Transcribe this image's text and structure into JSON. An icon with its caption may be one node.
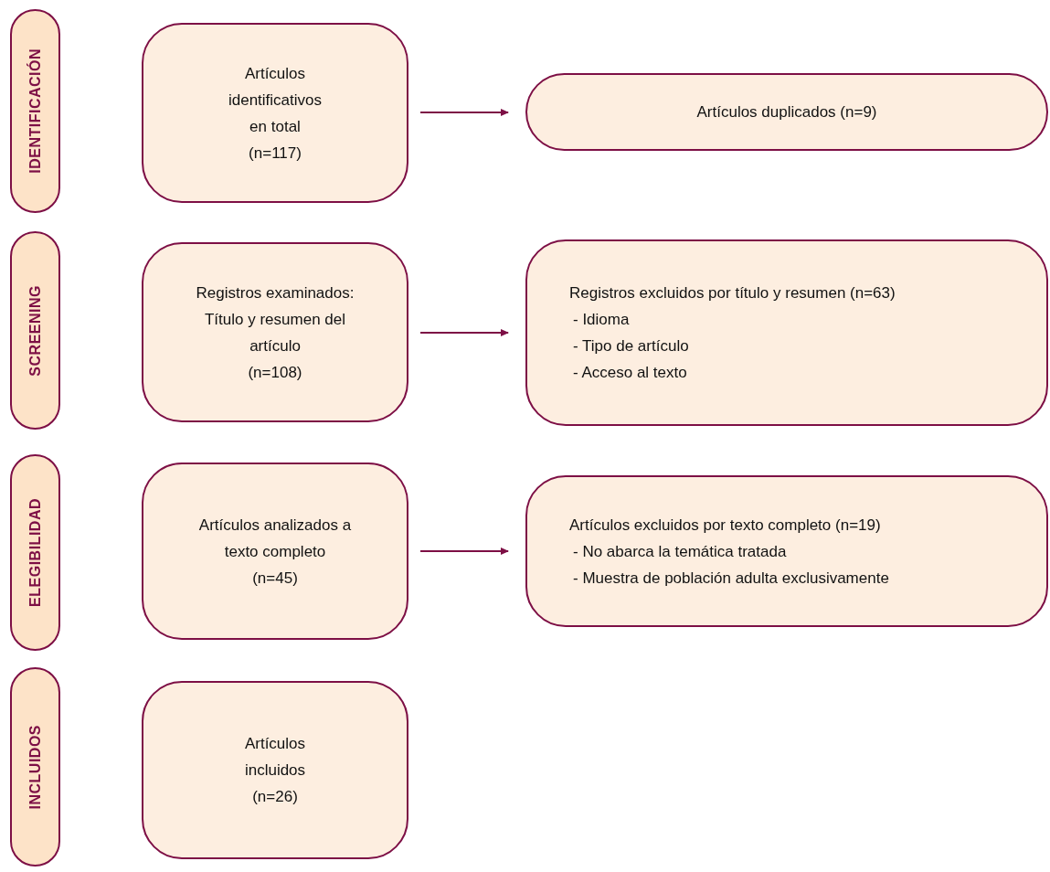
{
  "diagram": {
    "nodes": [
      {
        "text": [
          "IDENTIFICACIÓN"
        ]
      },
      {
        "text": [
          "Artículos identificativos en total",
          "(n=117)"
        ]
      },
      {
        "text": [
          "Artículos duplicados (n=9)"
        ]
      },
      {
        "text": [
          "SCREENING"
        ]
      },
      {
        "text": [
          "Registros examinados: Título y resumen del artículo",
          "(n=108)"
        ]
      },
      {
        "text": [
          "Registros excluidos por título y resumen (n=63)",
          "- Idioma",
          "- Tipo de artículo",
          "- Acceso al texto"
        ]
      },
      {
        "text": [
          "ELEGIBILIDAD"
        ]
      },
      {
        "text": [
          "Artículos analizados a texto completo",
          "(n=45)"
        ]
      },
      {
        "text": [
          "Artículos excluidos por texto completo (n=19)",
          "- No abarca la temática tratada",
          "- Muestra de población adulta exclusivamente"
        ]
      },
      {
        "text": [
          "INCLUIDOS"
        ]
      },
      {
        "text": [
          "Artículos incluidos",
          "(n=26)"
        ]
      }
    ],
    "edges": [
      {
        "from": 1,
        "to": 2,
        "arrow": "to"
      },
      {
        "from": 4,
        "to": 5,
        "arrow": "to"
      },
      {
        "from": 7,
        "to": 8,
        "arrow": "to"
      }
    ]
  }
}
